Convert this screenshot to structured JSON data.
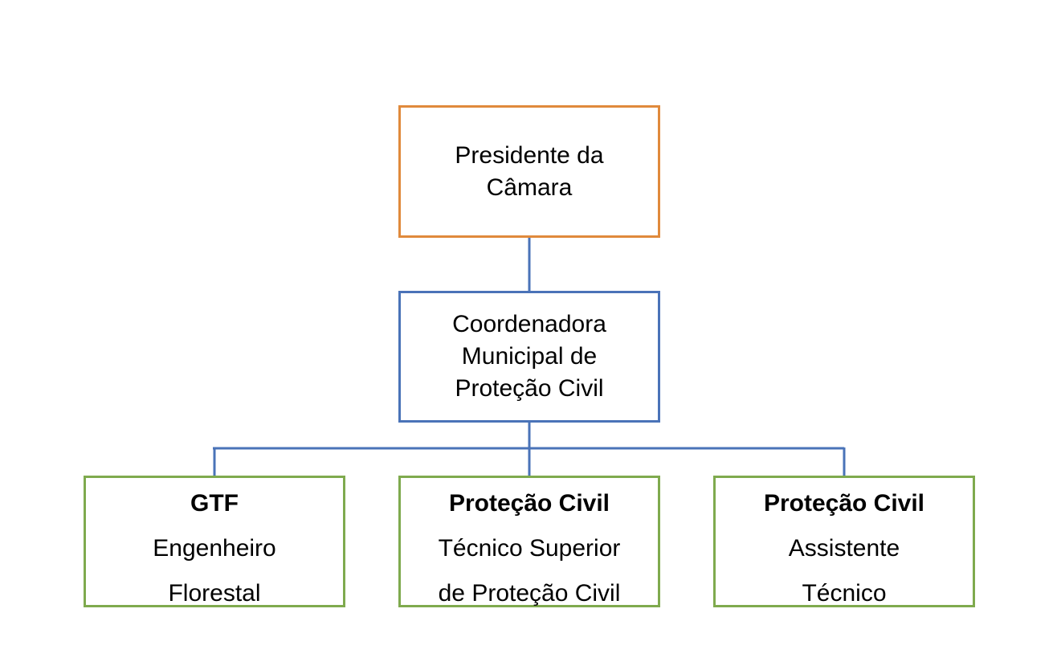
{
  "colors": {
    "top_border": "#e08a3c",
    "mid_border": "#4a73b8",
    "bottom_border": "#7faa4e",
    "connector": "#4a73b8"
  },
  "president": {
    "line1": "Presidente da",
    "line2": "Câmara"
  },
  "coordinator": {
    "line1": "Coordenadora",
    "line2": "Municipal de",
    "line3": "Proteção Civil"
  },
  "units": [
    {
      "heading": "GTF",
      "line1": "Engenheiro",
      "line2": "Florestal"
    },
    {
      "heading": "Proteção Civil",
      "line1": "Técnico Superior",
      "line2": "de Proteção Civil"
    },
    {
      "heading": "Proteção Civil",
      "line1": "Assistente",
      "line2": "Técnico"
    }
  ]
}
